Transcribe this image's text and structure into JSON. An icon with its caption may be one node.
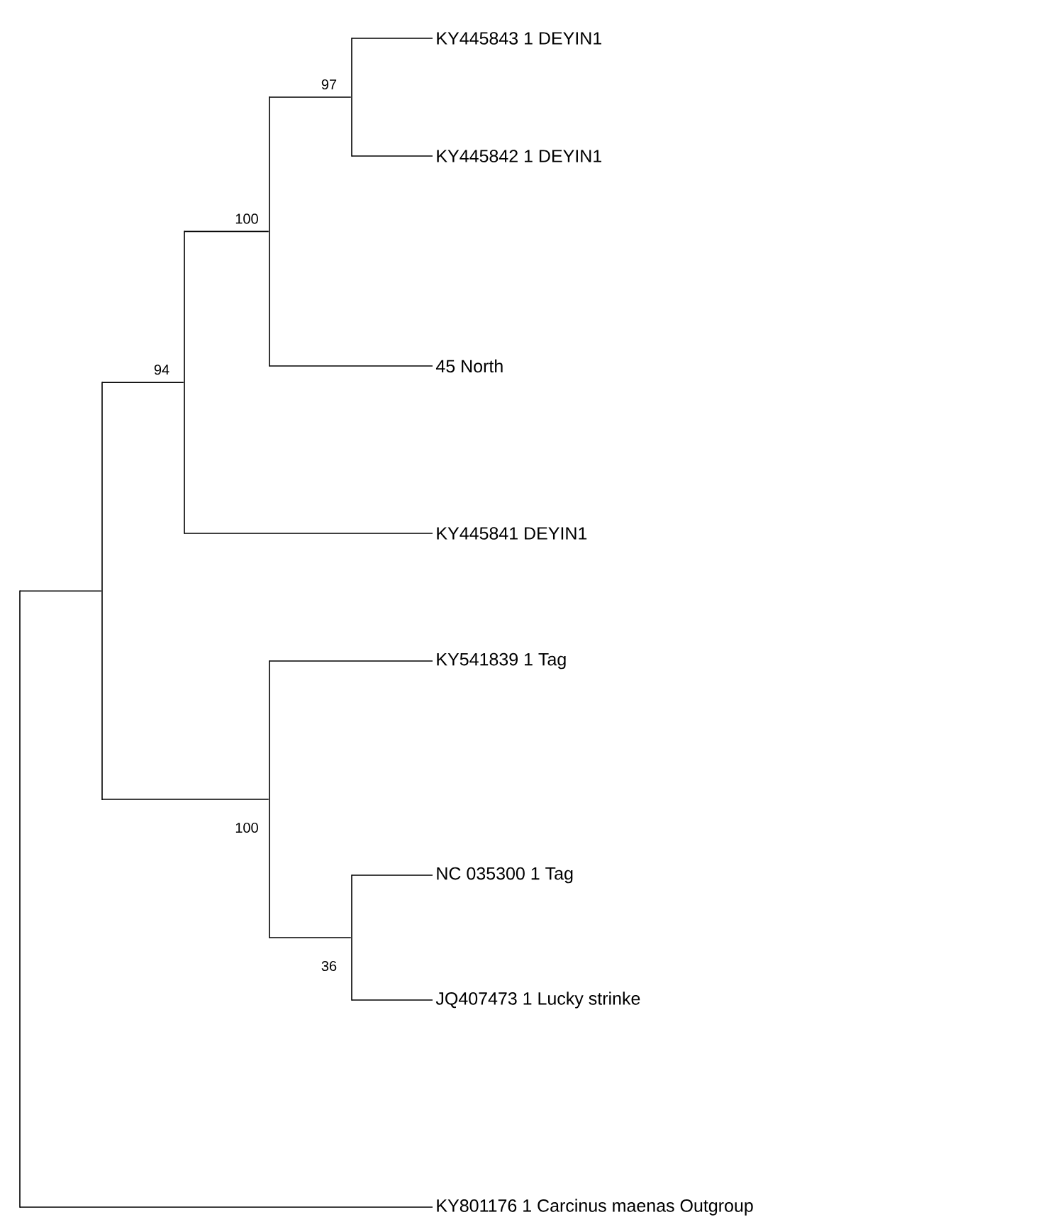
{
  "diagram": {
    "nodes": [
      {
        "text": [],
        "shape": "bar"
      },
      {
        "text": [],
        "shape": "bar"
      },
      {
        "text": [],
        "shape": "bar",
        "beside": [
          "94"
        ]
      },
      {
        "text": [],
        "shape": "bar",
        "beside": [
          "100"
        ]
      },
      {
        "text": [],
        "shape": "bar",
        "beside": [
          "97"
        ]
      },
      {
        "text": [
          "KY445843 1 DEYIN1"
        ]
      },
      {
        "text": [
          "KY445842 1 DEYIN1"
        ]
      },
      {
        "text": [
          "45 North"
        ]
      },
      {
        "text": [
          "KY445841 DEYIN1"
        ]
      },
      {
        "text": [],
        "shape": "bar",
        "beside": [
          "100"
        ]
      },
      {
        "text": [
          "KY541839 1 Tag"
        ]
      },
      {
        "text": [],
        "shape": "bar",
        "beside": [
          "36"
        ]
      },
      {
        "text": [
          "NC 035300 1 Tag"
        ]
      },
      {
        "text": [
          "JQ407473 1 Lucky strinke"
        ]
      },
      {
        "text": [
          "KY801176 1 Carcinus maenas Outgroup"
        ]
      }
    ],
    "edges": [
      {
        "from": 0,
        "to": 1,
        "arrow": "none"
      },
      {
        "from": 0,
        "to": 14,
        "arrow": "none"
      },
      {
        "from": 1,
        "to": 2,
        "arrow": "none"
      },
      {
        "from": 1,
        "to": 9,
        "arrow": "none"
      },
      {
        "from": 2,
        "to": 3,
        "arrow": "none"
      },
      {
        "from": 2,
        "to": 8,
        "arrow": "none"
      },
      {
        "from": 3,
        "to": 4,
        "arrow": "none"
      },
      {
        "from": 3,
        "to": 7,
        "arrow": "none"
      },
      {
        "from": 4,
        "to": 5,
        "arrow": "none"
      },
      {
        "from": 4,
        "to": 6,
        "arrow": "none"
      },
      {
        "from": 9,
        "to": 10,
        "arrow": "none"
      },
      {
        "from": 9,
        "to": 11,
        "arrow": "none"
      },
      {
        "from": 11,
        "to": 12,
        "arrow": "none"
      },
      {
        "from": 11,
        "to": 13,
        "arrow": "none"
      }
    ]
  }
}
